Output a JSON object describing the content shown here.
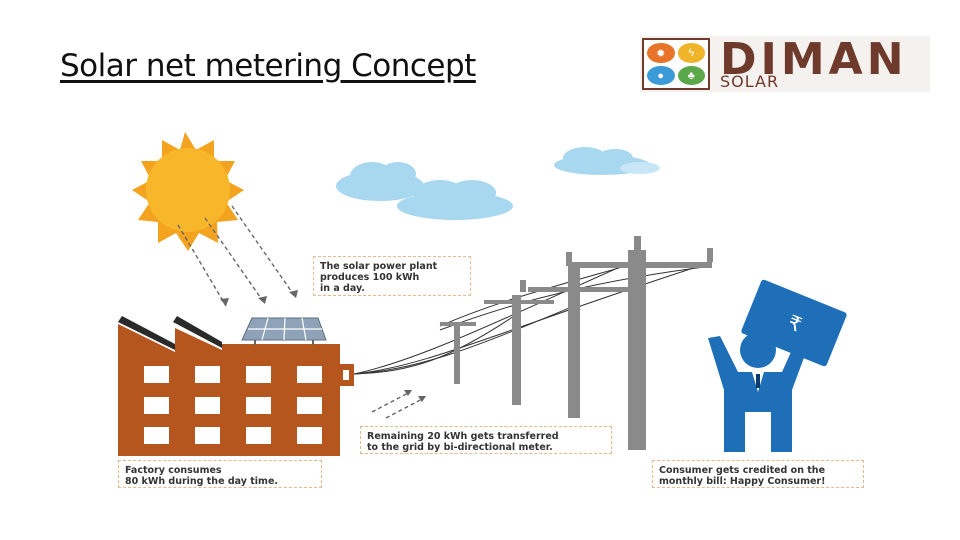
{
  "title": "Solar net metering Concept",
  "logo": {
    "wordmark": "DIMAN",
    "subtitle": "SOLAR",
    "brand_color": "#6e3a2c",
    "icons": [
      "sun-icon",
      "lightning-icon",
      "water-drop-icon",
      "leaf-icon"
    ],
    "icon_colors": [
      "#e8742a",
      "#f0b429",
      "#3a9bd8",
      "#5aa84a"
    ]
  },
  "diagram": {
    "callouts": {
      "solar_plant": "The solar power plant\nproduces 100 kWh\nin a day.",
      "grid_transfer": "Remaining 20 kWh gets transferred\nto the grid by bi-directional meter.",
      "factory": "Factory consumes\n80 kWh during the day time.",
      "consumer": "Consumer gets credited on the\nmonthly bill: Happy Consumer!"
    },
    "bill_symbol": "₹",
    "colors": {
      "sun": "#f8b72b",
      "sun_rays": "#f3a31f",
      "factory": "#b5561f",
      "roof": "#2a2a2a",
      "panel": "#8fa3b8",
      "cloud": "#a8d8f0",
      "pole": "#8a8a8a",
      "consumer": "#1f6fb8",
      "callout_border": "#e6b98d"
    }
  }
}
